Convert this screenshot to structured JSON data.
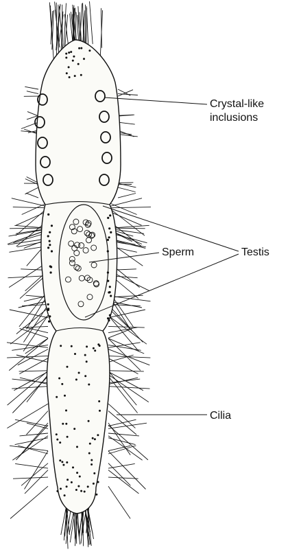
{
  "labels": {
    "crystal_line1": "Crystal-like",
    "crystal_line2": "inclusions",
    "sperm": "Sperm",
    "testis": "Testis",
    "cilia": "Cilia"
  },
  "colors": {
    "ink": "#111111",
    "body_fill": "#fbfbf7",
    "background": "#ffffff"
  }
}
